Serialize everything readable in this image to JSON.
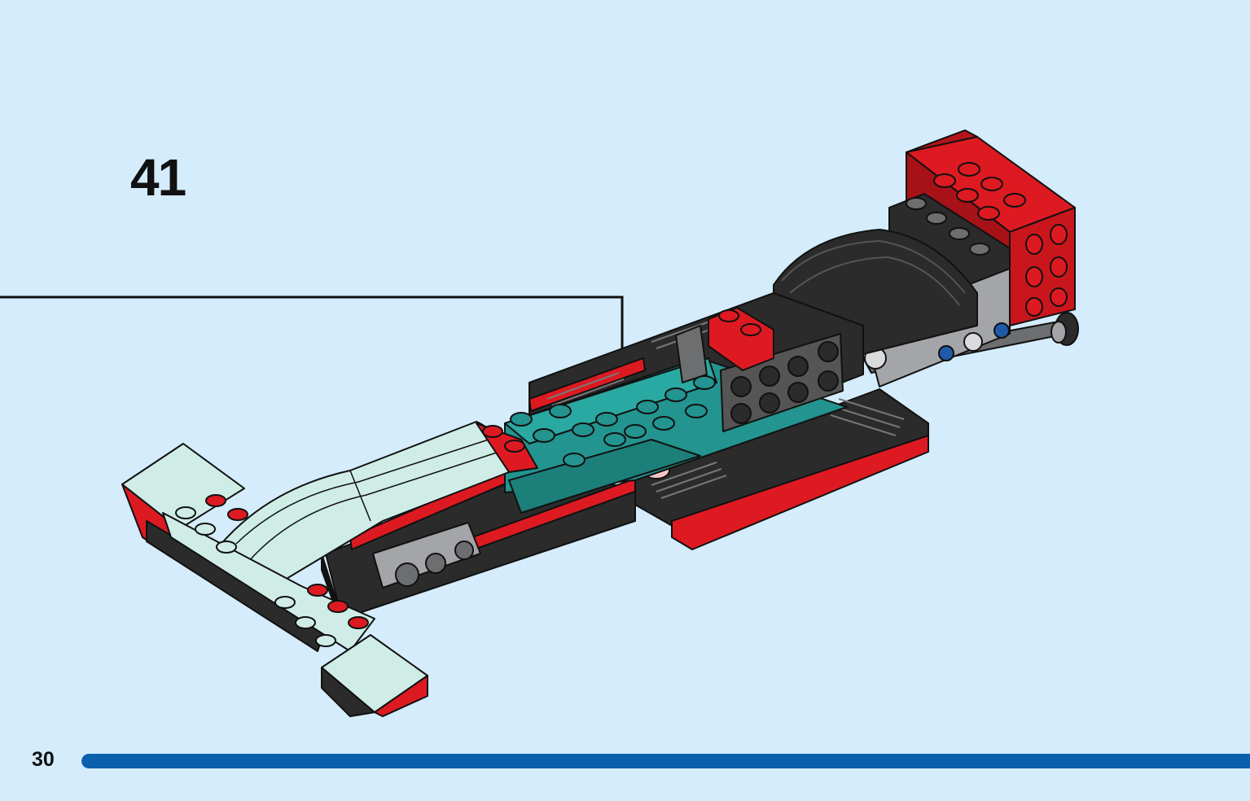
{
  "instruction": {
    "step_number": "41",
    "page_number": "30",
    "progress": 1.0
  },
  "colors": {
    "background": "#d4ecfc",
    "progress_bar": "#0b60ae",
    "brick_red": "#dd1a21",
    "brick_black": "#2b2b2b",
    "brick_teal": "#23948f",
    "brick_mint": "#cfede6",
    "brick_dark_gray": "#6d6e70",
    "brick_light_gray": "#a3a5a8",
    "pin_blue": "#1e5aa8",
    "outline": "#111111"
  },
  "icons": {
    "callout": "callout-arrow-icon"
  }
}
